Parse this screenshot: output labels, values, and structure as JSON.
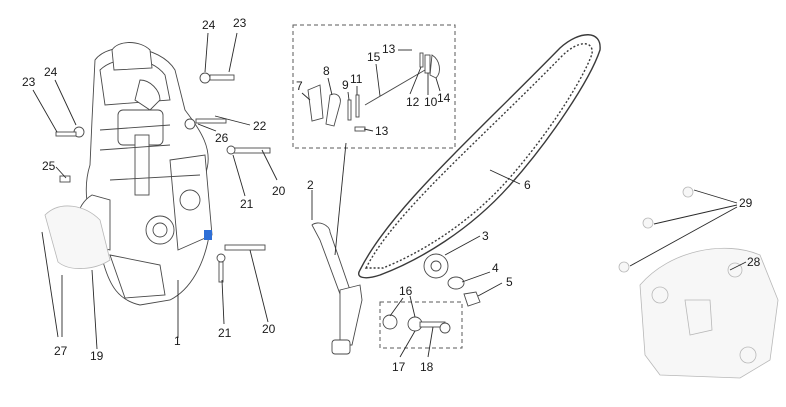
{
  "callouts": {
    "c1": "1",
    "c2": "2",
    "c3": "3",
    "c4": "4",
    "c5": "5",
    "c6": "6",
    "c7": "7",
    "c8": "8",
    "c9": "9",
    "c10": "10",
    "c11": "11",
    "c12": "12",
    "c13a": "13",
    "c13b": "13",
    "c14": "14",
    "c15": "15",
    "c16": "16",
    "c17": "17",
    "c18": "18",
    "c19": "19",
    "c20a": "20",
    "c20b": "20",
    "c21a": "21",
    "c21b": "21",
    "c22": "22",
    "c23a": "23",
    "c23b": "23",
    "c24a": "24",
    "c24b": "24",
    "c25": "25",
    "c26": "26",
    "c27": "27",
    "c28": "28",
    "c29": "29"
  },
  "colors": {
    "line": "#2a2a2a",
    "part": "#4a4a4a",
    "faint": "#b8b8b8",
    "bolt_accent": "#2f6fd6"
  }
}
